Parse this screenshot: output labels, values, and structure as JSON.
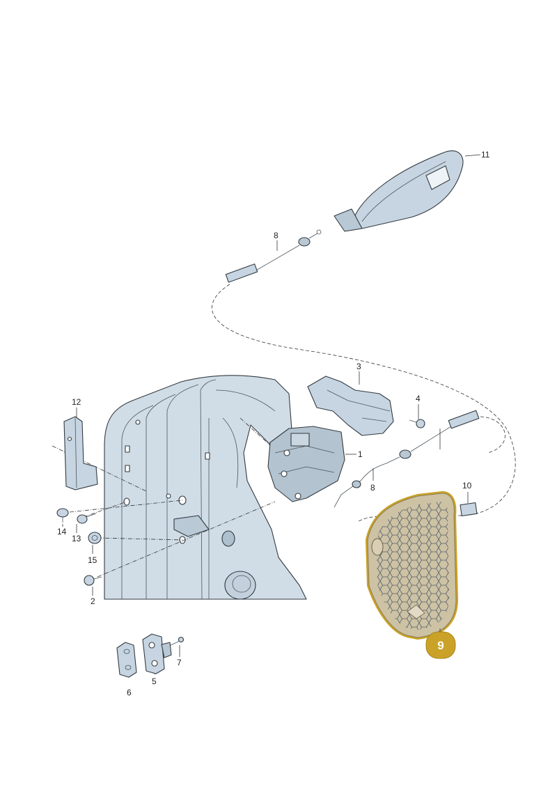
{
  "diagram": {
    "highlight_color": "#c9a227",
    "part_color": "#c6d5e1",
    "highlighted_part": "9",
    "callouts": [
      {
        "id": "c1",
        "label": "1"
      },
      {
        "id": "c2",
        "label": "2"
      },
      {
        "id": "c3",
        "label": "3"
      },
      {
        "id": "c4",
        "label": "4"
      },
      {
        "id": "c5",
        "label": "5"
      },
      {
        "id": "c6",
        "label": "6"
      },
      {
        "id": "c7",
        "label": "7"
      },
      {
        "id": "c8a",
        "label": "8"
      },
      {
        "id": "c8b",
        "label": "8"
      },
      {
        "id": "c10",
        "label": "10"
      },
      {
        "id": "c11",
        "label": "11"
      },
      {
        "id": "c12",
        "label": "12"
      },
      {
        "id": "c13",
        "label": "13"
      },
      {
        "id": "c14",
        "label": "14"
      },
      {
        "id": "c15",
        "label": "15"
      }
    ],
    "badge": {
      "label": "9"
    }
  }
}
